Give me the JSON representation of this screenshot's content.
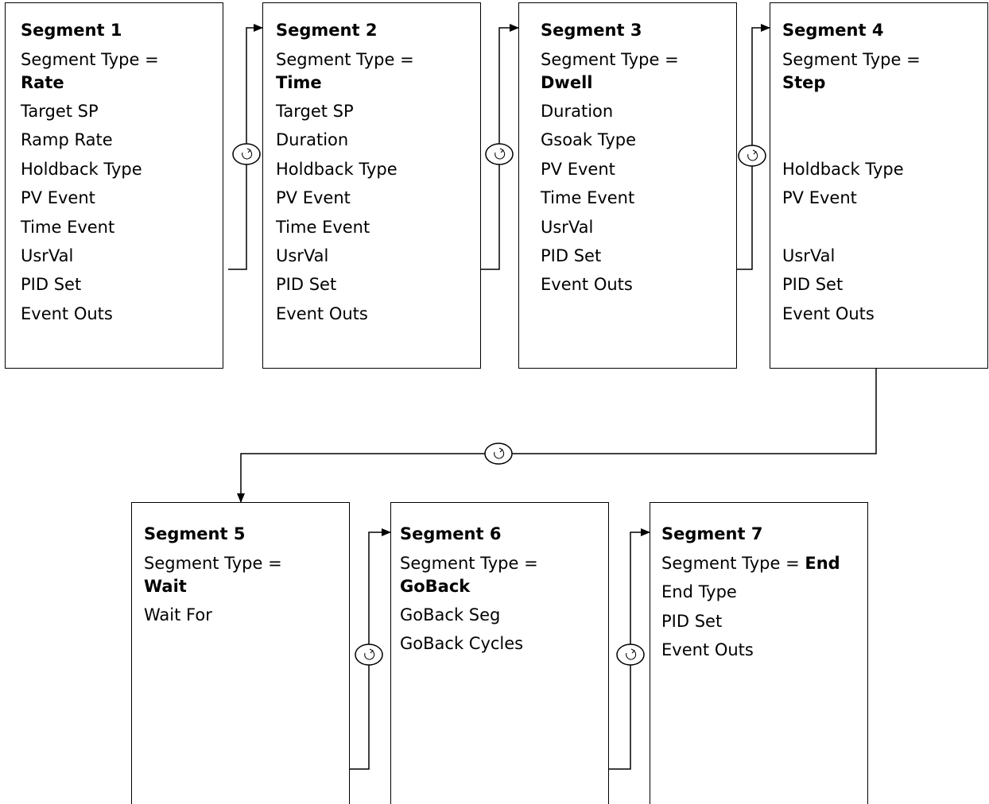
{
  "type_prefix": "Segment Type =",
  "segments": [
    {
      "title": "Segment 1",
      "type": "Rate",
      "params": [
        "Target SP",
        "Ramp Rate",
        "Holdback Type",
        "PV Event",
        "Time Event",
        "UsrVal",
        "PID Set",
        "Event Outs"
      ]
    },
    {
      "title": "Segment 2",
      "type": "Time",
      "params": [
        "Target SP",
        "Duration",
        "Holdback Type",
        "PV Event",
        "Time Event",
        "UsrVal",
        "PID Set",
        "Event Outs"
      ]
    },
    {
      "title": "Segment 3",
      "type": "Dwell",
      "params": [
        "Duration",
        "Gsoak Type",
        "PV Event",
        "Time Event",
        "UsrVal",
        "PID Set",
        "Event Outs"
      ]
    },
    {
      "title": "Segment 4",
      "type": "Step",
      "params": [
        "Holdback Type",
        "PV Event",
        "UsrVal",
        "PID Set",
        "Event Outs"
      ]
    },
    {
      "title": "Segment 5",
      "type": "Wait",
      "params": [
        "Wait For"
      ]
    },
    {
      "title": "Segment 6",
      "type": "GoBack",
      "params": [
        "GoBack Seg",
        "GoBack Cycles"
      ]
    },
    {
      "title": "Segment 7",
      "type": "End",
      "params": [
        "End Type",
        "PID Set",
        "Event Outs"
      ]
    }
  ]
}
